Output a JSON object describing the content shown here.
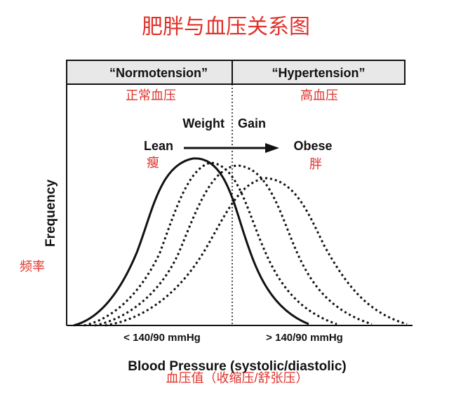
{
  "title_cn": "肥胖与血压关系图",
  "header": {
    "left": "“Normotension”",
    "right": "“Hypertension”"
  },
  "sub_cn": {
    "left": "正常血压",
    "right": "高血压"
  },
  "weight_gain": {
    "word1": "Weight",
    "word2": "Gain"
  },
  "lean": {
    "en": "Lean",
    "cn": "瘦"
  },
  "obese": {
    "en": "Obese",
    "cn": "胖"
  },
  "y_axis": {
    "en": "Frequency",
    "cn": "频率"
  },
  "x_ticks": {
    "left": "< 140/90 mmHg",
    "right": "> 140/90 mmHg"
  },
  "x_axis": {
    "en": "Blood Pressure (systolic/diastolic)",
    "cn": "血压值（收缩压/舒张压）"
  },
  "colors": {
    "annotation_red": "#e0312a",
    "header_fill": "#e8e8e8",
    "ink": "#111111"
  }
}
